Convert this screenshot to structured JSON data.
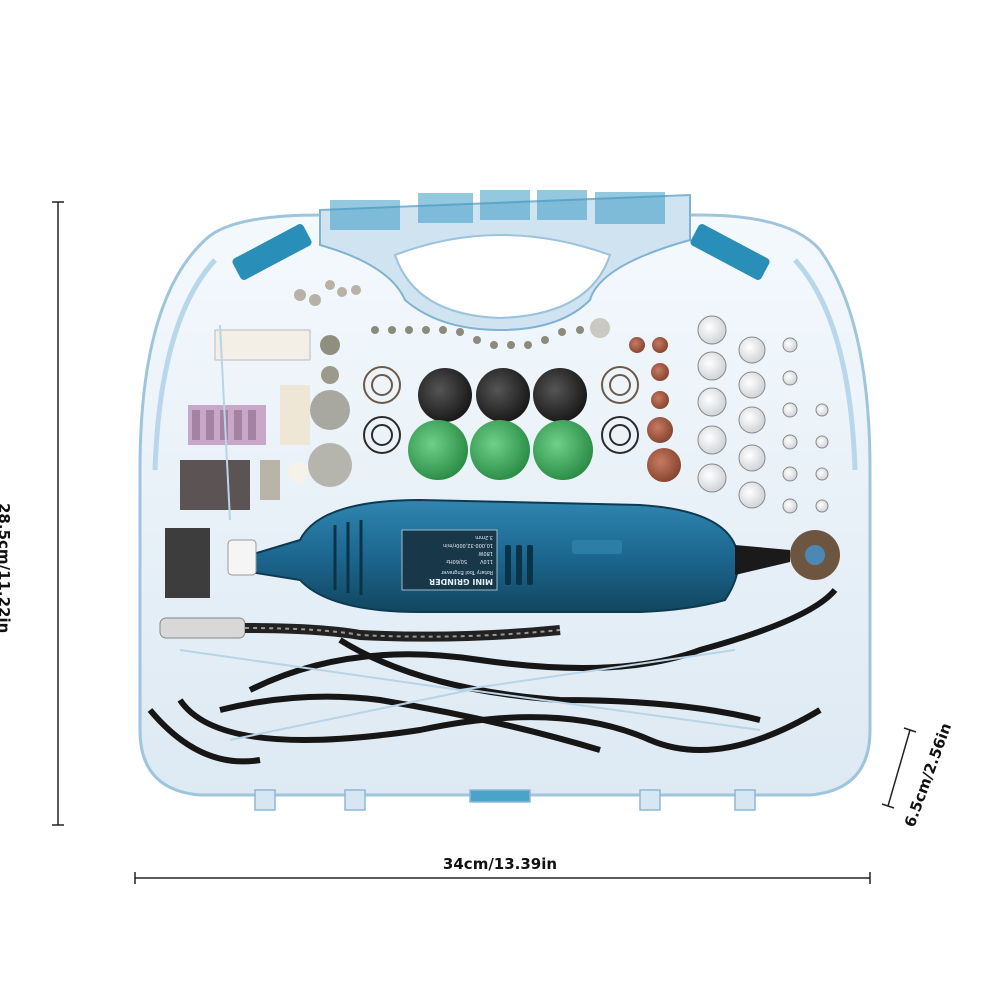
{
  "dimensions": {
    "width": "34cm/13.39in",
    "height": "28.5cm/11.22in",
    "depth": "6.5cm/2.56in"
  },
  "tool_label": {
    "title": "MINI GRINDER",
    "subtitle": "Rotary Tool Engraver",
    "spec_voltage": "110V",
    "spec_freq": "50/60Hz",
    "spec_power": "180W",
    "spec_speed": "10,000-32,000r/min",
    "spec_extra": "3.2mm"
  },
  "colors": {
    "case_clear": "#e9f3fa",
    "case_accent": "#2a8fb8",
    "tool_body": "#1f6d93",
    "cable": "#1a1a1a",
    "green_wheel": "#3fae5a"
  }
}
